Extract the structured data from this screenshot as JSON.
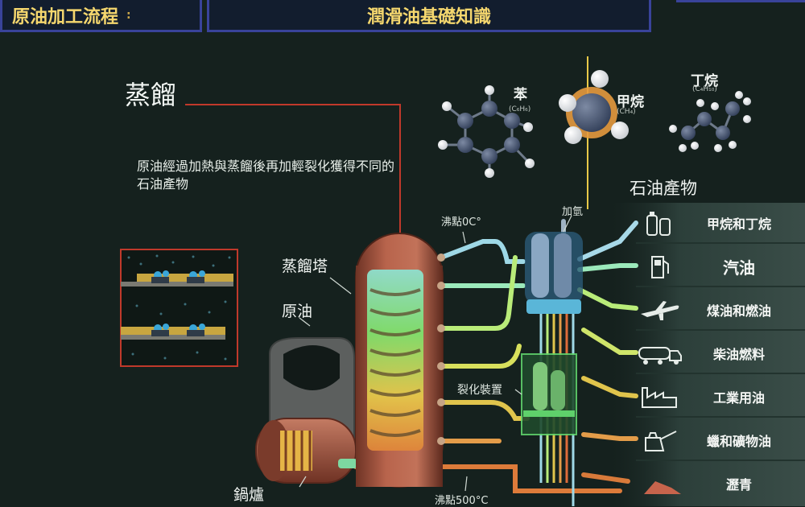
{
  "tabs": [
    {
      "label": "原油加工流程",
      "mark": ":"
    },
    {
      "label": "潤滑油基礎知識"
    }
  ],
  "section_title": "蒸餾",
  "description": "原油經過加熱與蒸餾後再加輕裂化獲得不同的石油產物",
  "labels": {
    "tower": "蒸餾塔",
    "crude": "原油",
    "furnace": "鍋爐",
    "cracker": "裂化裝置",
    "hydrogen": "加氫",
    "boil_low": "沸點0C°",
    "boil_high": "沸點500°C"
  },
  "molecules": [
    {
      "name": "苯",
      "formula": "(C₆H₆)"
    },
    {
      "name": "甲烷",
      "formula": "(CH₄)"
    },
    {
      "name": "丁烷",
      "formula": "(C₄H₁₀)"
    }
  ],
  "products_title": "石油產物",
  "products": [
    {
      "label": "甲烷和丁烷",
      "icon": "gas-canister-icon"
    },
    {
      "label": "汽油",
      "icon": "fuel-pump-icon"
    },
    {
      "label": "煤油和燃油",
      "icon": "airplane-icon"
    },
    {
      "label": "柴油燃料",
      "icon": "tanker-truck-icon"
    },
    {
      "label": "工業用油",
      "icon": "factory-icon"
    },
    {
      "label": "蠟和礦物油",
      "icon": "oil-can-icon"
    },
    {
      "label": "瀝青",
      "icon": "asphalt-pile-icon"
    }
  ],
  "colors": {
    "tab_border": "#39439a",
    "tab_text": "#f5d76e",
    "tower": "#a8533e",
    "highlight_line": "#c0392b"
  }
}
